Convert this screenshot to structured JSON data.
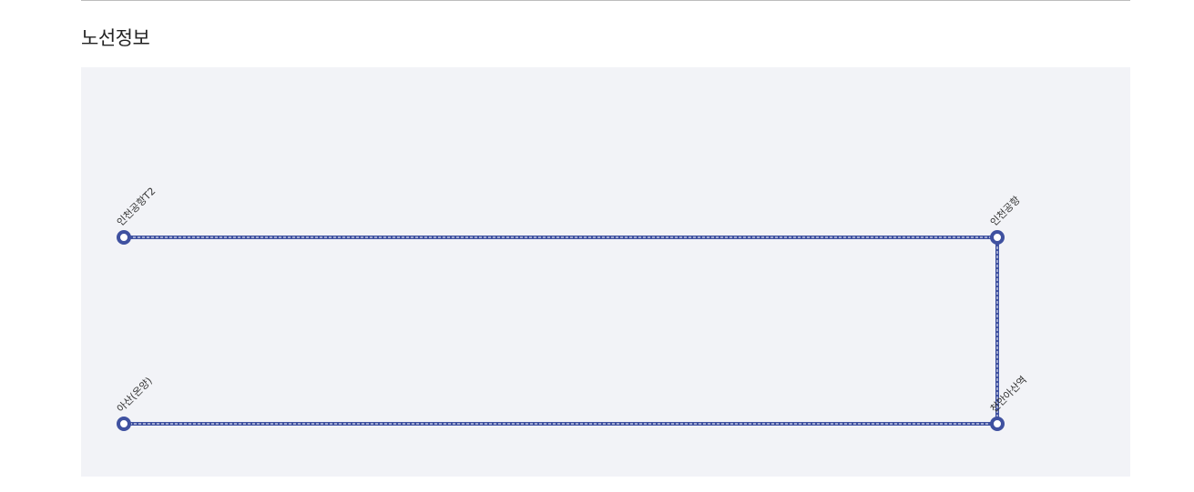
{
  "section": {
    "title": "노선정보"
  },
  "route": {
    "line_color": "#3f51a0",
    "dash_color": "#ffffff",
    "stations": [
      {
        "id": "incheon-airport-t2",
        "name": "인천공항T2"
      },
      {
        "id": "incheon-airport",
        "name": "인천공항"
      },
      {
        "id": "cheonan-asan",
        "name": "천안아산역"
      },
      {
        "id": "asan-onyang",
        "name": "아산(온양)"
      }
    ],
    "segments": [
      {
        "from": "incheon-airport-t2",
        "to": "incheon-airport"
      },
      {
        "from": "incheon-airport",
        "to": "cheonan-asan"
      },
      {
        "from": "cheonan-asan",
        "to": "asan-onyang"
      }
    ]
  }
}
